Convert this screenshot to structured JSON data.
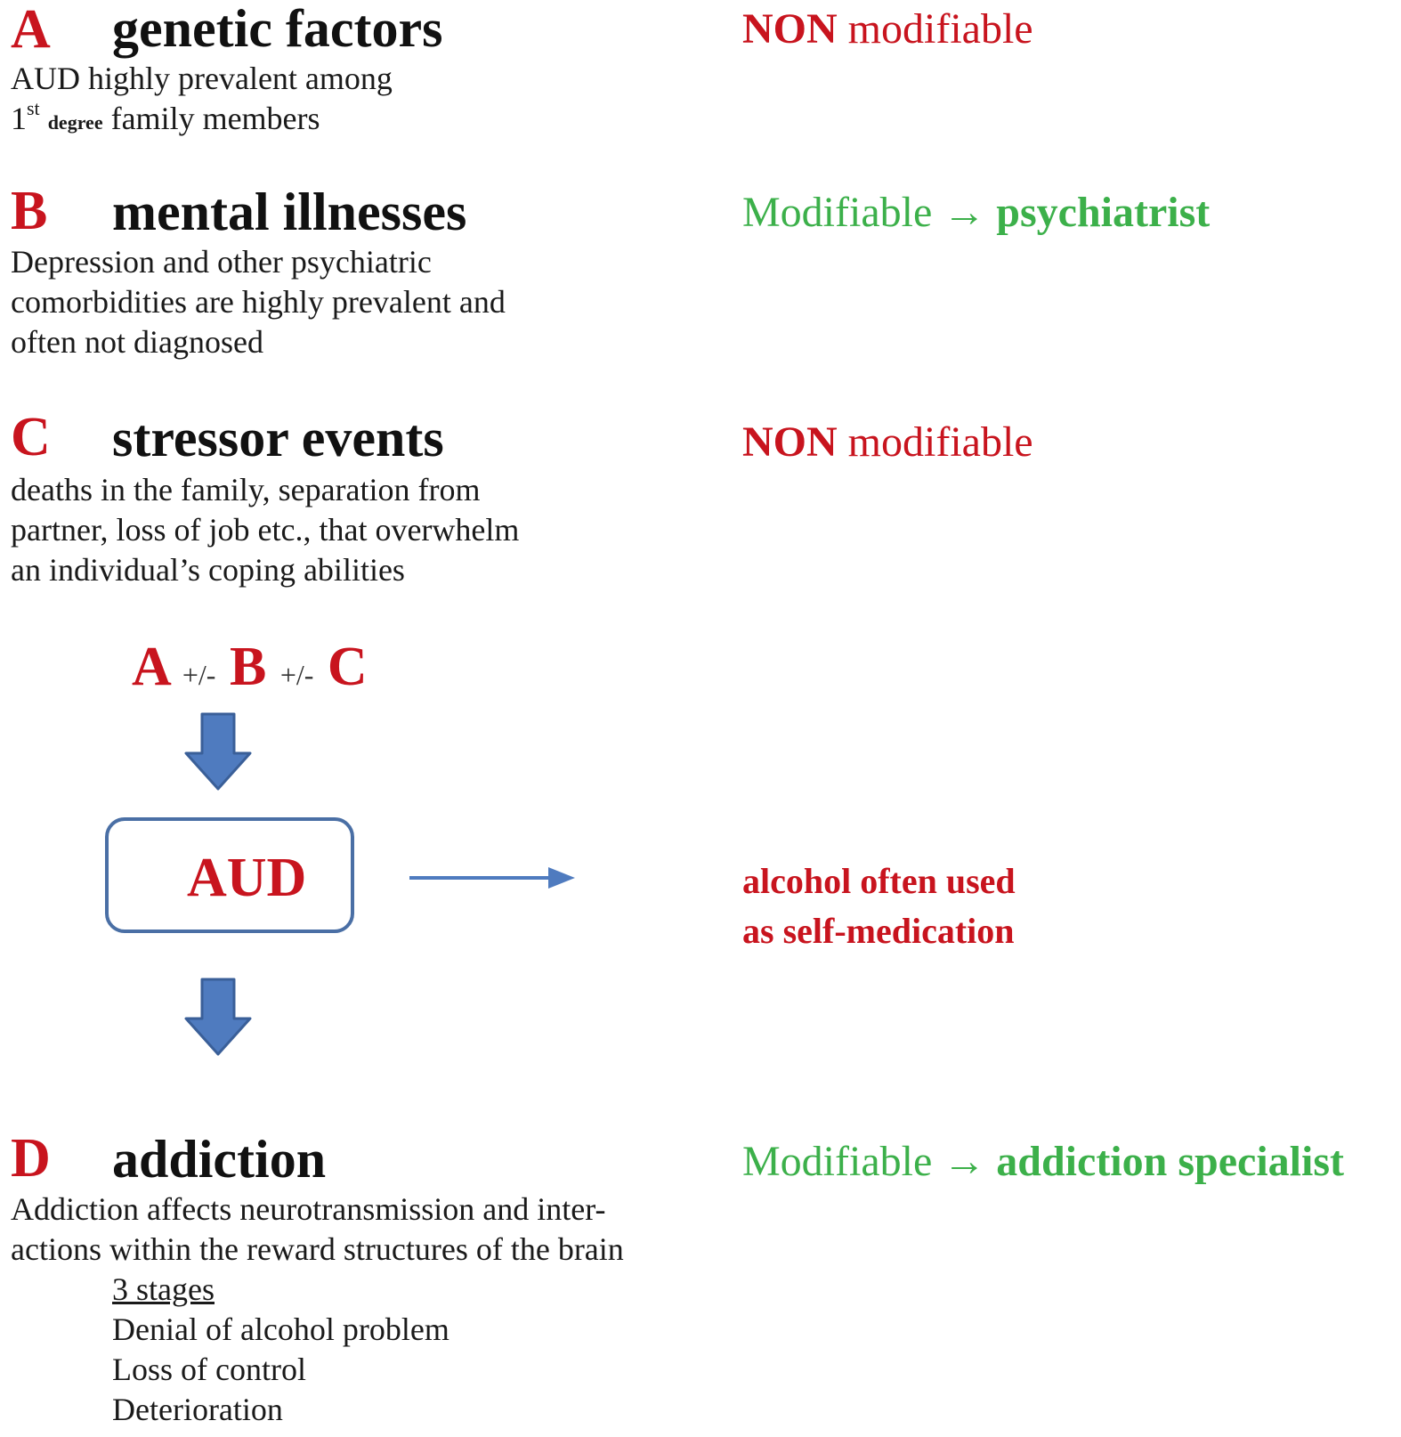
{
  "section_a": {
    "letter": "A",
    "title": "genetic factors",
    "line1": "AUD highly prevalent among",
    "line2_prefix": "1",
    "line2_sup": "st",
    "line2_small": "degree",
    "line2_rest": "family members",
    "status": "NON modifiable",
    "status_bold": "NON",
    "status_rest": "modifiable"
  },
  "section_b": {
    "letter": "B",
    "title": "mental illnesses",
    "lines": [
      "Depression and other psychiatric",
      "comorbidities are highly prevalent and",
      "often not diagnosed"
    ],
    "status_prefix": "Modifiable",
    "status_arrow": "→",
    "status_target": "psychiatrist"
  },
  "section_c": {
    "letter": "C",
    "title": "stressor events",
    "lines": [
      "deaths in the family, separation from",
      "partner, loss of job etc., that overwhelm",
      "an individual’s coping abilities"
    ],
    "status_bold": "NON",
    "status_rest": "modifiable"
  },
  "combination": {
    "a": "A",
    "pm1": "+/-",
    "b": "B",
    "pm2": "+/-",
    "c": "C"
  },
  "aud_box": {
    "label": "AUD"
  },
  "self_medication": {
    "line1": "alcohol often used",
    "line2": "as self-medication"
  },
  "section_d": {
    "letter": "D",
    "title": "addiction",
    "lines": [
      "Addiction  affects neurotransmission and inter-",
      "actions within the reward structures of the brain"
    ],
    "stages_title": "3 stages",
    "stages": [
      "Denial of alcohol problem",
      "Loss of control",
      "Deterioration"
    ],
    "status_prefix": "Modifiable",
    "status_arrow": "→",
    "status_target": "addiction specialist"
  },
  "colors": {
    "red": "#c8141e",
    "green": "#3cb04a",
    "arrow_blue": "#4f7bbf",
    "box_border": "#4a6fa5"
  }
}
